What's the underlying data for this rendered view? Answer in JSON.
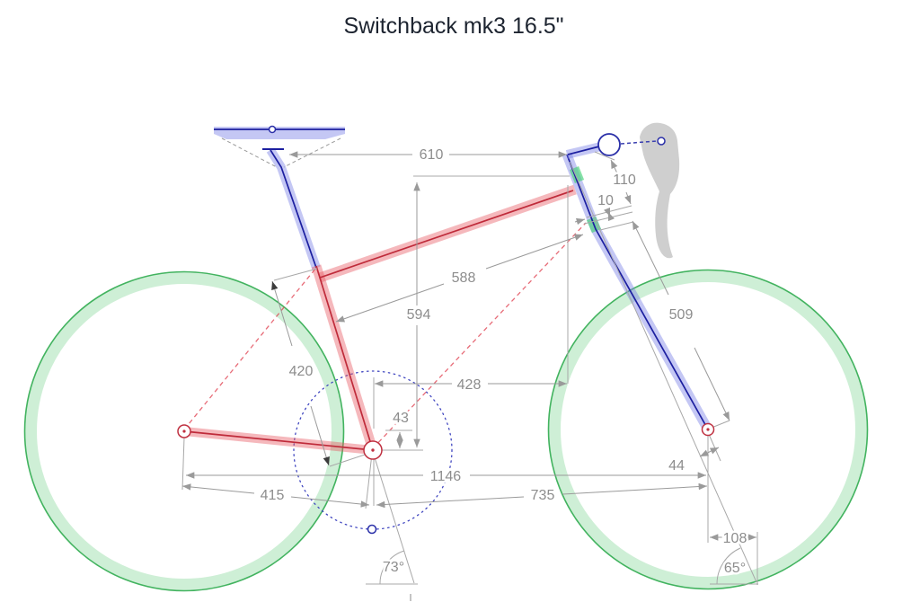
{
  "title": "Switchback mk3 16.5\"",
  "colors": {
    "frame_red": "#bf2b3a",
    "frame_red_band": "rgba(232,85,95,0.42)",
    "component_blue": "#1c1fa0",
    "component_blue_band": "rgba(125,130,230,0.45)",
    "wheel_green": "#42b35f",
    "headset_green": "rgba(70,210,120,0.65)",
    "dimension_gray": "#9a9a9a",
    "silhouette_gray": "#cfcfcf"
  },
  "measurements": {
    "saddle_to_grip": "610",
    "stem_length": "110",
    "spacer_stack": "10",
    "effective_top_tube": "588",
    "stack": "594",
    "fork_length": "509",
    "seat_tube_length": "420",
    "reach": "428",
    "bb_drop": "43",
    "fork_offset": "44",
    "wheelbase": "1146",
    "chainstay_length": "415",
    "front_center": "735",
    "trail": "108",
    "seat_tube_angle": "73°",
    "head_tube_angle": "65°"
  }
}
